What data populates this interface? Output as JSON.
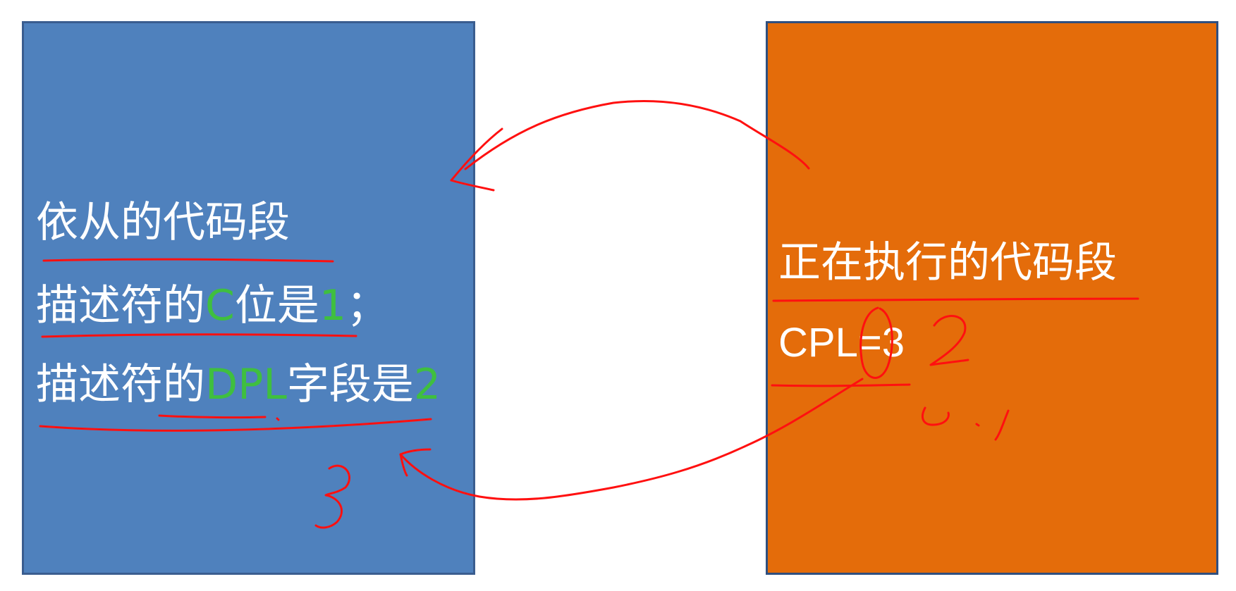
{
  "left_panel": {
    "title": "依从的代码段",
    "line1": {
      "prefix": "描述符的",
      "field": "C",
      "middle": "位是",
      "value": "1",
      "suffix": "；"
    },
    "line2": {
      "prefix": "描述符的",
      "field": "DPL",
      "middle": "字段是",
      "value": "2"
    }
  },
  "right_panel": {
    "title": "正在执行的代码段",
    "cpl": "CPL=3"
  },
  "colors": {
    "left_panel": "#4f81bd",
    "right_panel": "#e46c0a",
    "highlight_text": "#3fbf3f",
    "annotation_ink": "#ff1010"
  }
}
